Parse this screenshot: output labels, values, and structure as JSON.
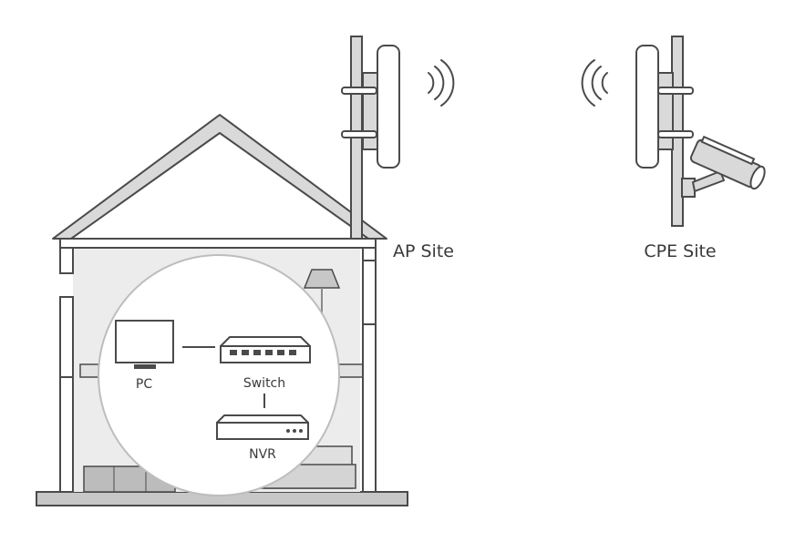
{
  "labels": {
    "ap_site": "AP Site",
    "cpe_site": "CPE Site",
    "pc": "PC",
    "switch": "Switch",
    "nvr": "NVR"
  },
  "icons": {
    "ap_antenna": "sector-antenna-icon",
    "cpe_antenna": "sector-antenna-icon",
    "camera": "security-camera-icon",
    "pc": "monitor-icon",
    "switch": "network-switch-icon",
    "nvr": "nvr-recorder-icon"
  },
  "colors": {
    "line": "#4a4a4a",
    "fill_grey": "#d9d9d9",
    "wall_grey": "#c7c7c7",
    "room_tint": "#ececec",
    "white": "#ffffff"
  }
}
